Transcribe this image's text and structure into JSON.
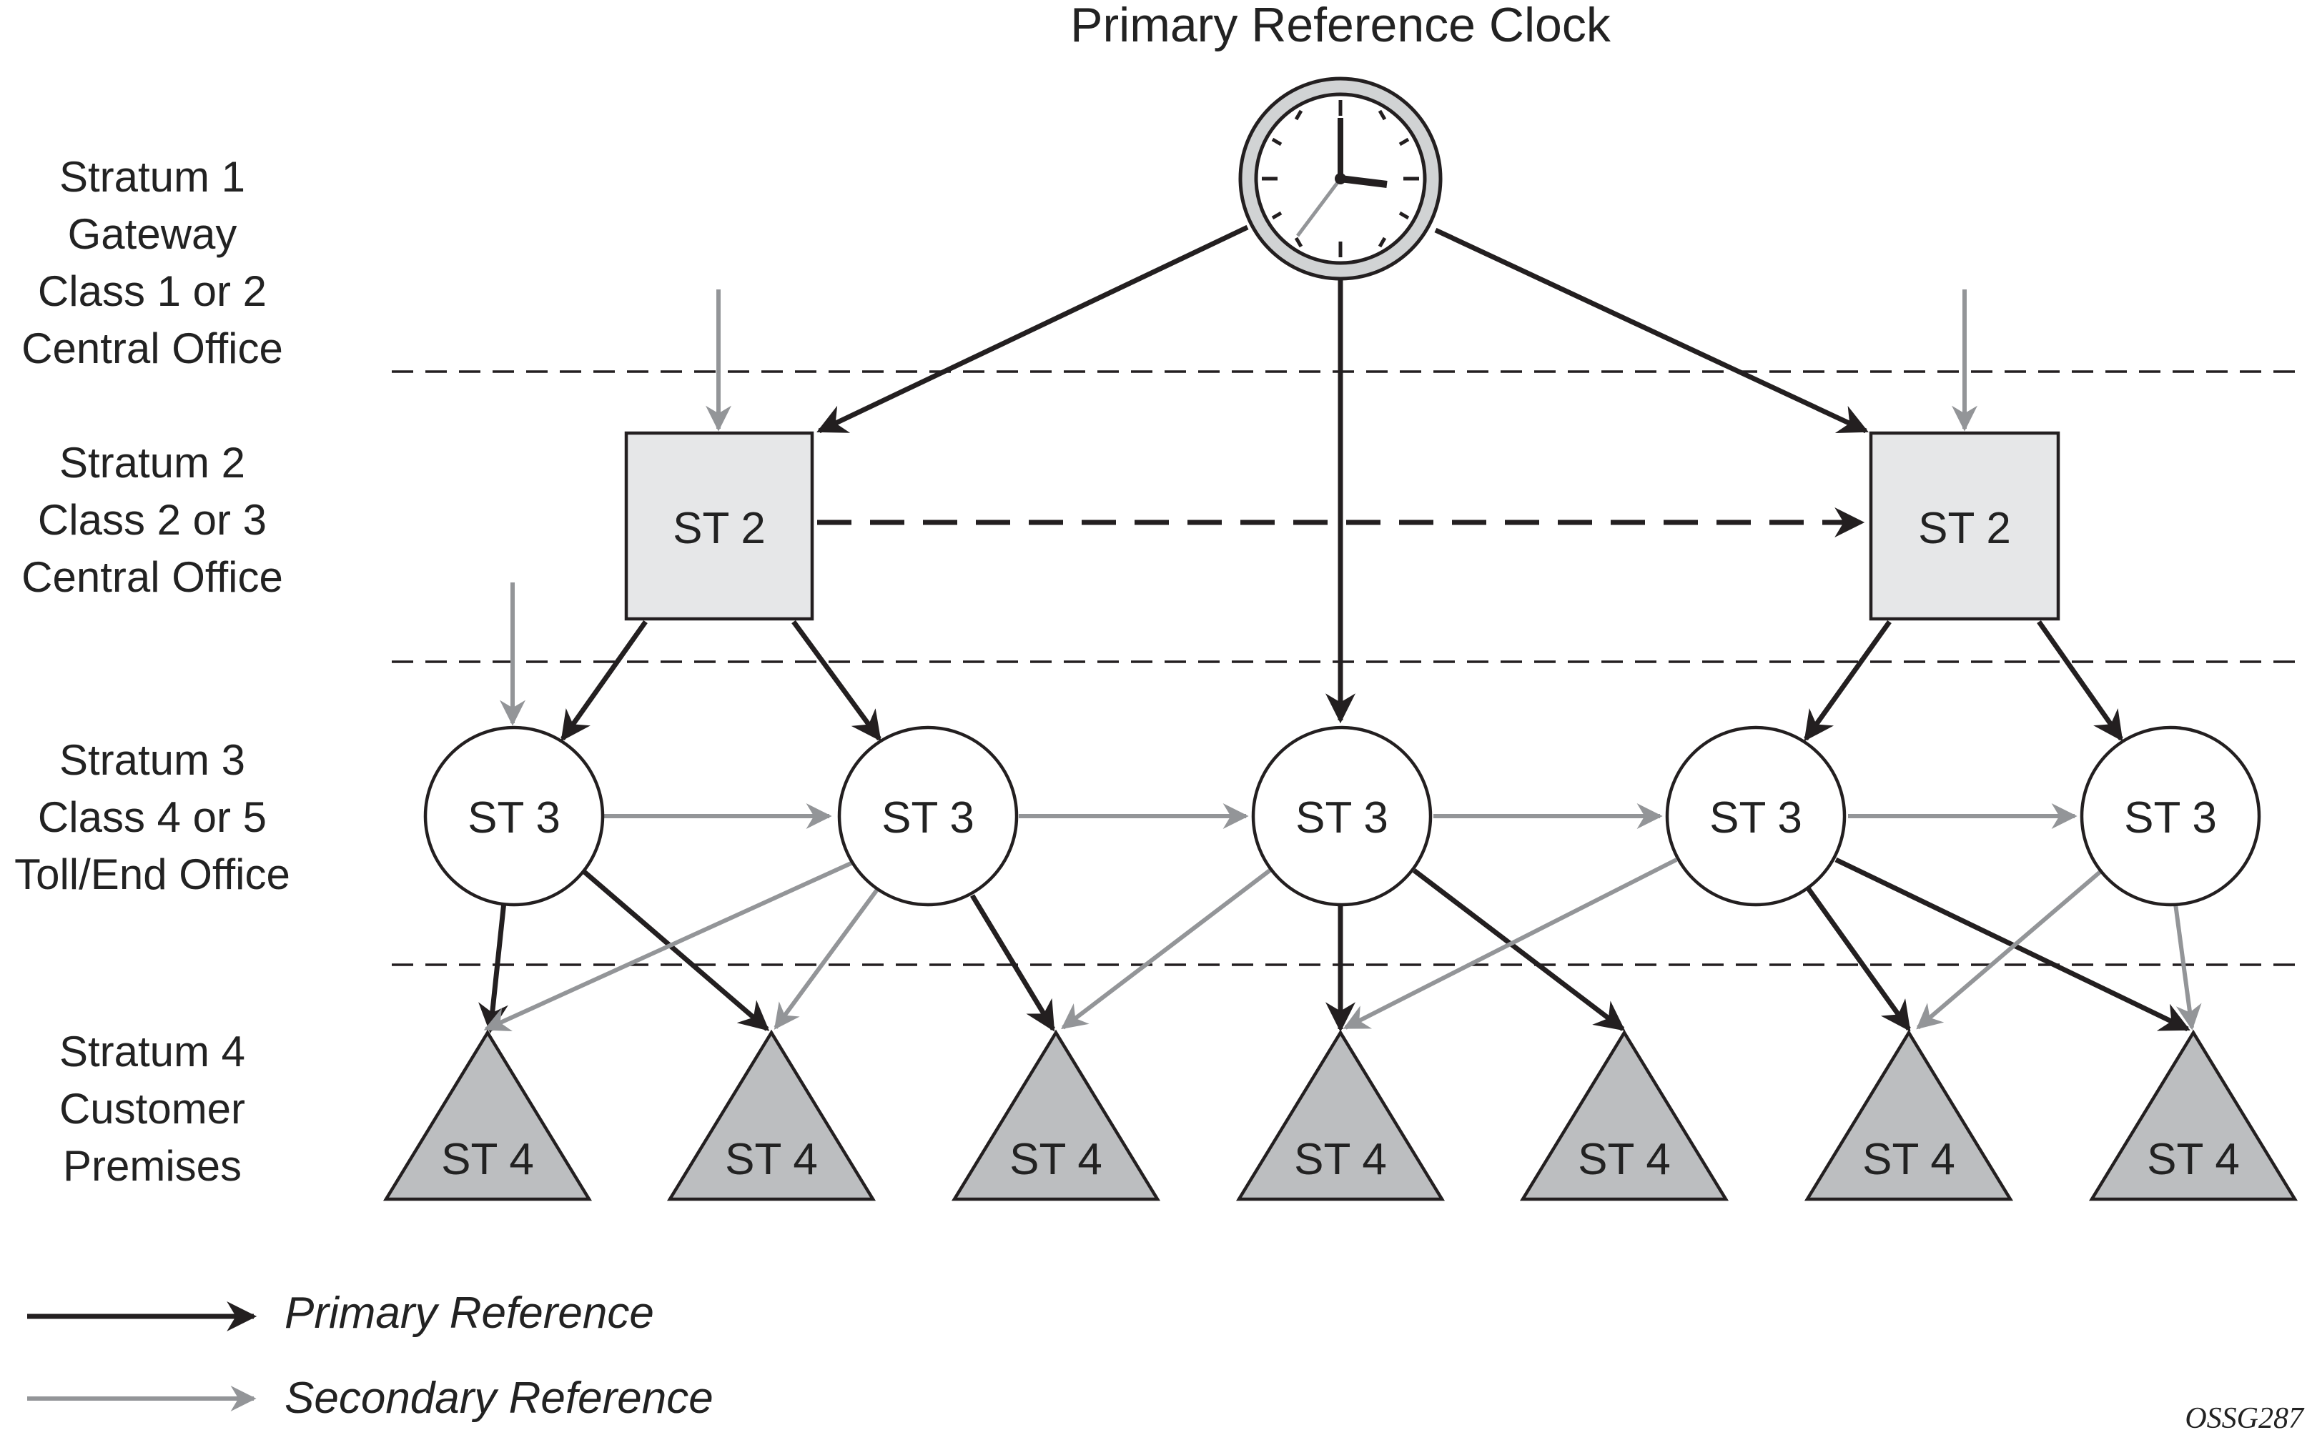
{
  "title": "Primary Reference Clock",
  "strata": [
    {
      "lines": [
        "Stratum 1",
        "Gateway",
        "Class 1 or 2",
        "Central Office"
      ]
    },
    {
      "lines": [
        "Stratum 2",
        "Class 2 or 3",
        "Central Office"
      ]
    },
    {
      "lines": [
        "Stratum 3",
        "Class 4 or 5",
        "Toll/End Office"
      ]
    },
    {
      "lines": [
        "Stratum 4",
        "Customer",
        "Premises"
      ]
    }
  ],
  "nodes": {
    "st2": [
      "ST 2",
      "ST 2"
    ],
    "st3": [
      "ST 3",
      "ST 3",
      "ST 3",
      "ST 3",
      "ST 3"
    ],
    "st4": [
      "ST 4",
      "ST 4",
      "ST 4",
      "ST 4",
      "ST 4",
      "ST 4",
      "ST 4"
    ]
  },
  "legend": {
    "primary": "Primary Reference",
    "secondary": "Secondary Reference"
  },
  "figure_id": "OSSG287",
  "colors": {
    "primary": "#231f20",
    "secondary": "#939598",
    "square_fill": "#e6e7e8",
    "triangle_fill": "#bcbec0"
  }
}
